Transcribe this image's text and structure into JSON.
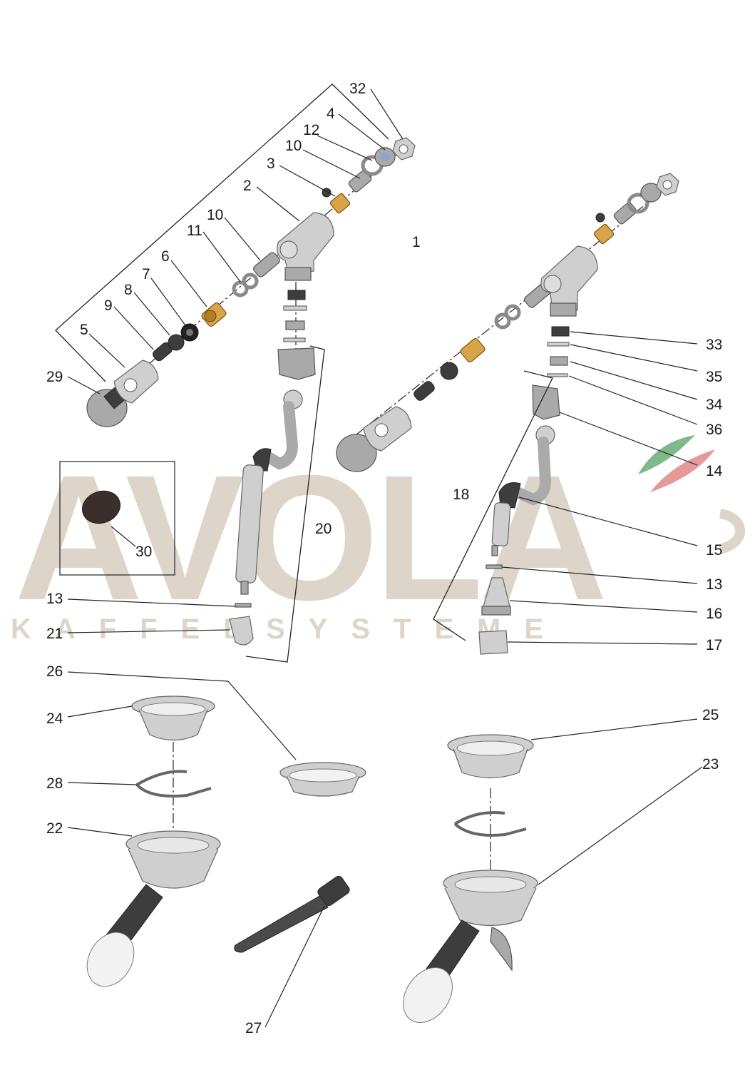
{
  "watermark": {
    "brand": "AVOLA",
    "tagline": "KAFFEESYSTEME",
    "colors": {
      "text": "#ddd5c9",
      "flag_green": "#7fb98a",
      "flag_red": "#e59a9a"
    }
  },
  "callouts": {
    "c1": "1",
    "c2": "2",
    "c3": "3",
    "c4": "4",
    "c5": "5",
    "c6": "6",
    "c7": "7",
    "c8": "8",
    "c9": "9",
    "c10a": "10",
    "c10b": "10",
    "c11": "11",
    "c12": "12",
    "c13a": "13",
    "c13b": "13",
    "c14": "14",
    "c15": "15",
    "c16": "16",
    "c17": "17",
    "c18": "18",
    "c20": "20",
    "c21": "21",
    "c22": "22",
    "c23": "23",
    "c24": "24",
    "c25": "25",
    "c26": "26",
    "c27": "27",
    "c28": "28",
    "c29": "29",
    "c30": "30",
    "c32": "32",
    "c33": "33",
    "c34": "34",
    "c35": "35",
    "c36": "36"
  }
}
